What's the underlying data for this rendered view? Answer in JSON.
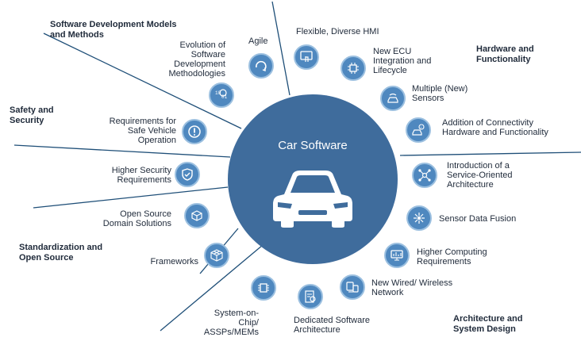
{
  "center": {
    "title": "Car Software"
  },
  "categories": {
    "sw_dev": "Software Development Models and Methods",
    "safety": "Safety and Security",
    "standard": "Standardization and Open Source",
    "hw": "Hardware and Functionality",
    "arch": "Architecture and System Design"
  },
  "items": {
    "evolution": "Evolution of Software Development Methodologies",
    "agile": "Agile",
    "hmi": "Flexible, Diverse HMI",
    "ecu": "New ECU Integration and Lifecycle",
    "sensors": "Multiple (New) Sensors",
    "connectivity": "Addition of Connectivity Hardware and Functionality",
    "req_safe": "Requirements for Safe Vehicle Operation",
    "sec_req": "Higher Security Requirements",
    "open_source": "Open Source Domain Solutions",
    "frameworks": "Frameworks",
    "soc": "System-on-Chip/ ASSPs/MEMs",
    "dedicated": "Dedicated Software Architecture",
    "network": "New Wired/ Wireless Network",
    "computing": "Higher Computing Requirements",
    "fusion": "Sensor Data Fusion",
    "soa": "Introduction of a Service-Oriented Architecture"
  },
  "icons": {
    "evolution": "binary-code-icon",
    "agile": "agile-cycle-icon",
    "hmi": "touch-screen-icon",
    "ecu": "chip-gear-icon",
    "sensors": "car-sensor-icon",
    "connectivity": "connected-car-icon",
    "req_safe": "warning-exclamation-icon",
    "sec_req": "shield-check-icon",
    "open_source": "cube-network-icon",
    "frameworks": "framework-cube-icon",
    "soc": "microchip-icon",
    "dedicated": "architecture-document-icon",
    "network": "network-devices-icon",
    "computing": "computing-monitor-icon",
    "fusion": "sensor-fusion-icon",
    "soa": "service-network-icon"
  },
  "colors": {
    "hub": "#3f6c9c",
    "icon_fill": "#4f88bf",
    "icon_ring": "#9cc0e0",
    "divider": "#1f4f78",
    "text": "#1f2a3a"
  }
}
